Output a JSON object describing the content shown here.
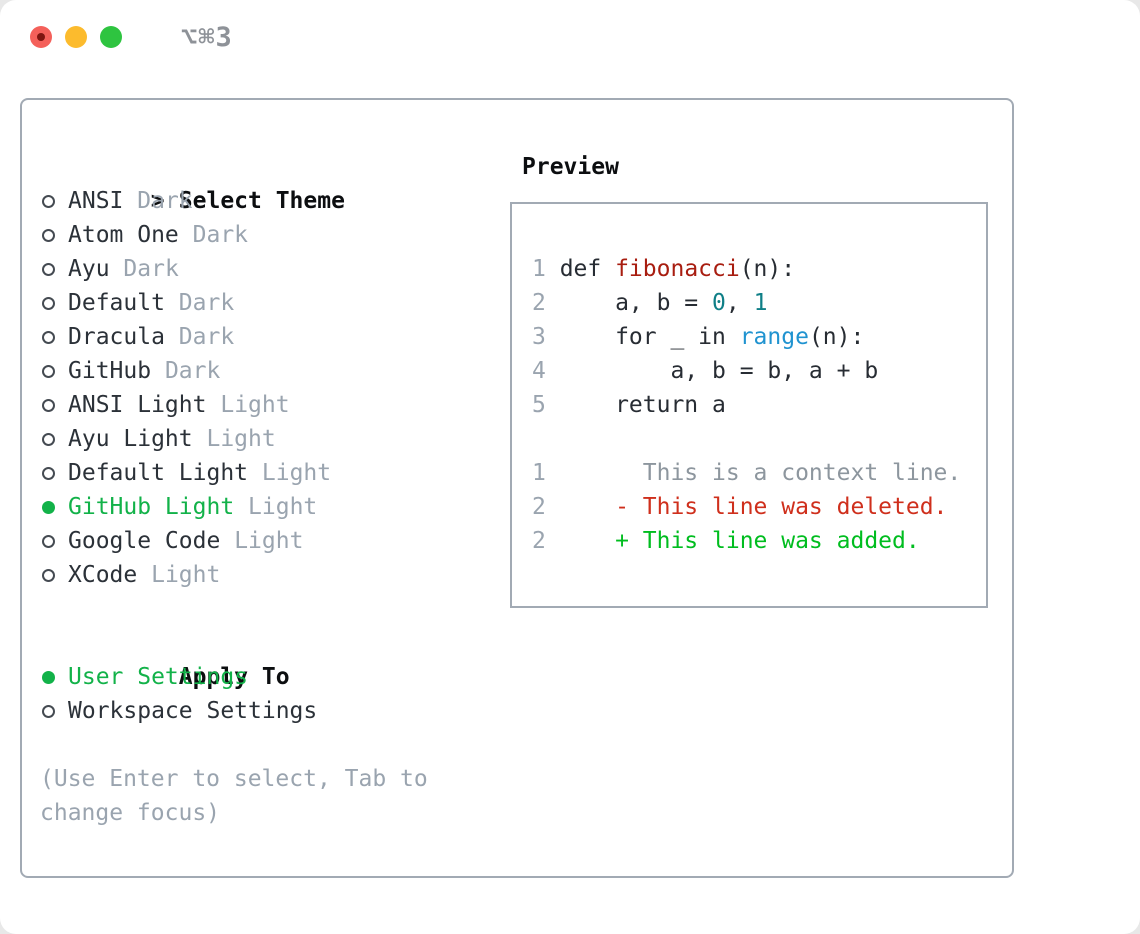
{
  "window": {
    "title_shortcut": "⌥⌘3",
    "traffic_lights": [
      "close",
      "minimize",
      "zoom"
    ]
  },
  "theme_panel": {
    "header": {
      "prompt": ">",
      "label": "Select Theme"
    },
    "themes": [
      {
        "name": "ANSI",
        "variant": "Dark",
        "selected": false
      },
      {
        "name": "Atom One",
        "variant": "Dark",
        "selected": false
      },
      {
        "name": "Ayu",
        "variant": "Dark",
        "selected": false
      },
      {
        "name": "Default",
        "variant": "Dark",
        "selected": false
      },
      {
        "name": "Dracula",
        "variant": "Dark",
        "selected": false
      },
      {
        "name": "GitHub",
        "variant": "Dark",
        "selected": false
      },
      {
        "name": "ANSI Light",
        "variant": "Light",
        "selected": false
      },
      {
        "name": "Ayu Light",
        "variant": "Light",
        "selected": false
      },
      {
        "name": "Default Light",
        "variant": "Light",
        "selected": false
      },
      {
        "name": "GitHub Light",
        "variant": "Light",
        "selected": true
      },
      {
        "name": "Google Code",
        "variant": "Light",
        "selected": false
      },
      {
        "name": "XCode",
        "variant": "Light",
        "selected": false
      }
    ],
    "apply_to": {
      "label": "Apply To",
      "options": [
        {
          "label": "User Settings",
          "selected": true
        },
        {
          "label": "Workspace Settings",
          "selected": false
        }
      ]
    },
    "hint": "(Use Enter to select, Tab to change focus)"
  },
  "preview": {
    "label": "Preview",
    "lines": [
      {
        "num": "1",
        "tokens": [
          [
            "def ",
            "fg"
          ],
          [
            "fibonacci",
            "fn"
          ],
          [
            "(n):",
            "fg"
          ]
        ]
      },
      {
        "num": "2",
        "tokens": [
          [
            "    a, b = ",
            "fg"
          ],
          [
            "0",
            "num"
          ],
          [
            ", ",
            "fg"
          ],
          [
            "1",
            "num"
          ]
        ]
      },
      {
        "num": "3",
        "tokens": [
          [
            "    for _ in ",
            "fg"
          ],
          [
            "range",
            "builtin"
          ],
          [
            "(n):",
            "fg"
          ]
        ]
      },
      {
        "num": "4",
        "tokens": [
          [
            "        a, b = b, a + b",
            "fg"
          ]
        ]
      },
      {
        "num": "5",
        "tokens": [
          [
            "    return a",
            "fg"
          ]
        ]
      },
      {
        "num": "",
        "tokens": []
      },
      {
        "num": "1",
        "tokens": [
          [
            "      This is a context line.",
            "ctx"
          ]
        ]
      },
      {
        "num": "2",
        "tokens": [
          [
            "    - This line was deleted.",
            "del"
          ]
        ]
      },
      {
        "num": "2",
        "tokens": [
          [
            "    + This line was added.",
            "add"
          ]
        ]
      }
    ]
  },
  "colors": {
    "accent_green": "#12b249",
    "diff_added": "#00bd1f",
    "diff_deleted": "#cf2f1c",
    "function_red": "#a81d10",
    "number_teal": "#0f7f87",
    "builtin_blue": "#2093d0",
    "context_gray": "#8d969e",
    "muted_gray": "#9aa4af",
    "text_dark": "#2b3138",
    "border_gray": "#a2aab4",
    "title_gray": "#8e9298",
    "tl_red": "#f4605a",
    "tl_yellow": "#fcbb2d",
    "tl_green": "#2ec440"
  }
}
